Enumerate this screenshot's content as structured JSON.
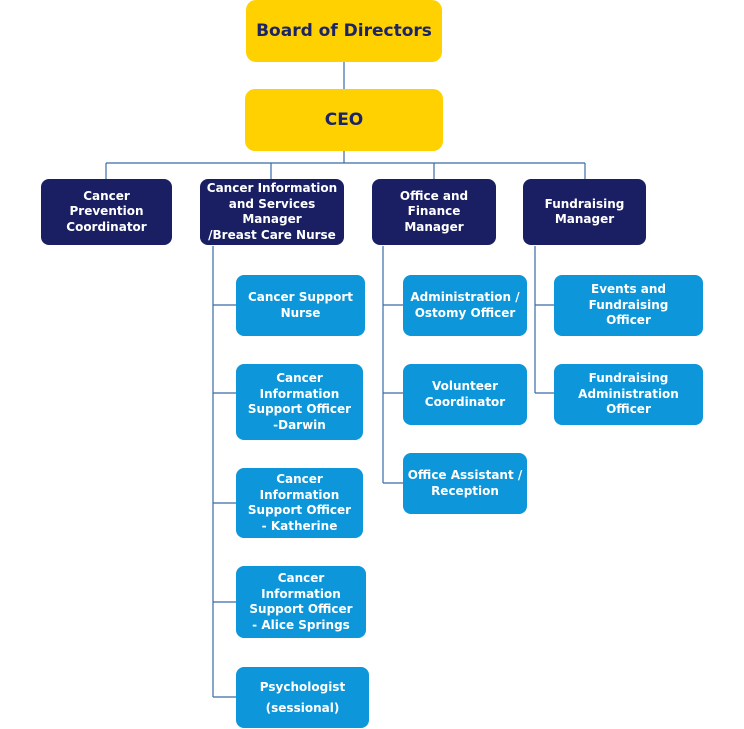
{
  "org_chart": {
    "board": "Board of Directors",
    "ceo": "CEO",
    "managers": {
      "cancer_prevention": "Cancer Prevention\nCoordinator",
      "cancer_information": "Cancer Information\nand Services Manager\n/Breast Care Nurse",
      "office_finance": "Office and Finance\nManager",
      "fundraising": "Fundraising\nManager"
    },
    "cancer_information_reports": [
      "Cancer Support\nNurse",
      "Cancer Information\nSupport Officer\n-Darwin",
      "Cancer Information\nSupport Officer\n- Katherine",
      "Cancer Information\nSupport Officer\n- Alice Springs",
      "Psychologist\n(sessional)"
    ],
    "office_finance_reports": [
      "Administration /\nOstomy Officer",
      "Volunteer\nCoordinator",
      "Office Assistant /\nReception"
    ],
    "fundraising_reports": [
      "Events and Fundraising\nOfficer",
      "Fundraising\nAdministration Officer"
    ],
    "colors": {
      "top_fill": "#ffd100",
      "top_text": "#1b2466",
      "manager_fill": "#1a1f63",
      "staff_fill": "#0d96d9",
      "connector": "#3a6aa8"
    }
  }
}
